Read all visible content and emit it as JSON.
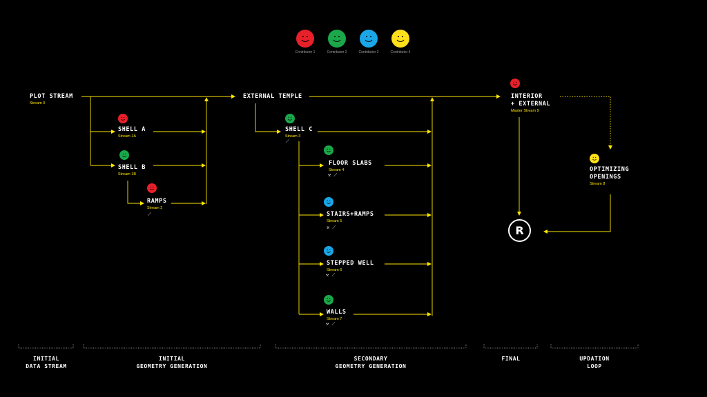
{
  "colors": {
    "red": "#e8202a",
    "green": "#1aa84a",
    "blue": "#1aa7e8",
    "yellow": "#ffe01a",
    "wire": "#ffe600"
  },
  "legend": [
    {
      "label": "Contributor 1",
      "color": "red",
      "icon": "smiley-face-icon"
    },
    {
      "label": "Contributor 2",
      "color": "green",
      "icon": "smiley-face-icon"
    },
    {
      "label": "Contributor 3",
      "color": "blue",
      "icon": "smiley-face-icon"
    },
    {
      "label": "Contributor 4",
      "color": "yellow",
      "icon": "smiley-face-icon"
    }
  ],
  "nodes": {
    "plot_stream": {
      "title": "PLOT STREAM",
      "sub": "Stream 0"
    },
    "shell_a": {
      "title": "SHELL A",
      "sub": "Stream 1A",
      "contributor": "red"
    },
    "shell_b": {
      "title": "SHELL B",
      "sub": "Stream 1B",
      "contributor": "green"
    },
    "ramps": {
      "title": "RAMPS",
      "sub": "Stream 2",
      "contributor": "red"
    },
    "external_temple": {
      "title": "EXTERNAL TEMPLE",
      "sub": ""
    },
    "shell_c": {
      "title": "SHELL C",
      "sub": "Stream 3",
      "contributor": "green"
    },
    "floor_slabs": {
      "title": "FLOOR SLABS",
      "sub": "Stream 4",
      "contributor": "green"
    },
    "stairs_ramps": {
      "title": "STAIRS+RAMPS",
      "sub": "Stream 5",
      "contributor": "blue"
    },
    "stepped_well": {
      "title": "STEPPED WELL",
      "sub": "Stream 6",
      "contributor": "blue"
    },
    "walls": {
      "title": "WALLS",
      "sub": "Stream 7",
      "contributor": "green"
    },
    "interior_external": {
      "title": "INTERIOR\n+ EXTERNAL",
      "sub": "Master Stream 9",
      "contributor": "red"
    },
    "optimizing_openings": {
      "title": "OPTIMIZING\nOPENINGS",
      "sub": "Stream 8",
      "contributor": "yellow"
    }
  },
  "result_logo": {
    "letter": "R"
  },
  "phases": [
    {
      "label": "INITIAL\nDATA STREAM"
    },
    {
      "label": "INITIAL\nGEOMETRY GENERATION"
    },
    {
      "label": "SECONDARY\nGEOMETRY GENERATION"
    },
    {
      "label": "FINAL"
    },
    {
      "label": "UPDATION\nLOOP"
    }
  ]
}
